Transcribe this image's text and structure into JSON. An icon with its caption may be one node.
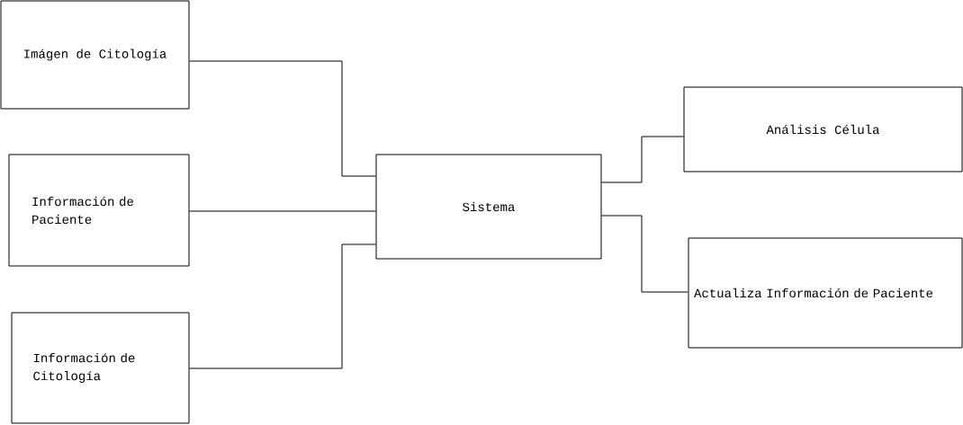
{
  "diagram": {
    "nodes": [
      {
        "text": [
          "Imágen de Citología"
        ]
      },
      {
        "text": [
          "Información de Paciente"
        ]
      },
      {
        "text": [
          "Información de Citología"
        ]
      },
      {
        "text": [
          "Sistema"
        ]
      },
      {
        "text": [
          "Análisis Célula"
        ]
      },
      {
        "text": [
          "Actualiza Información de Paciente"
        ]
      }
    ],
    "edges": [
      {
        "from": 0,
        "to": 3,
        "arrow": "none"
      },
      {
        "from": 1,
        "to": 3,
        "arrow": "none"
      },
      {
        "from": 2,
        "to": 3,
        "arrow": "none"
      },
      {
        "from": 3,
        "to": 4,
        "arrow": "none"
      },
      {
        "from": 3,
        "to": 5,
        "arrow": "none"
      }
    ]
  }
}
